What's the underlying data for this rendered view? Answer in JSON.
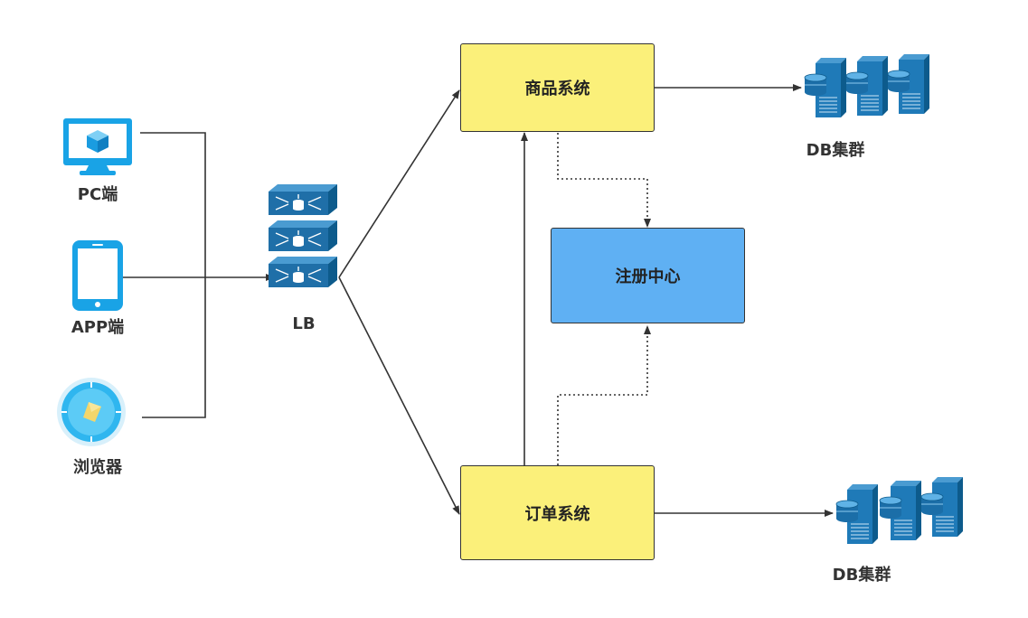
{
  "clients": [
    {
      "name": "pc-client",
      "label": "PC端",
      "icon": "monitor-icon"
    },
    {
      "name": "app-client",
      "label": "APP端",
      "icon": "phone-icon"
    },
    {
      "name": "browser-client",
      "label": "浏览器",
      "icon": "compass-icon"
    }
  ],
  "lb": {
    "label": "LB",
    "icon": "load-balancer-icon"
  },
  "services": {
    "product": {
      "label": "商品系统"
    },
    "registry": {
      "label": "注册中心"
    },
    "order": {
      "label": "订单系统"
    }
  },
  "databases": [
    {
      "label": "DB集群",
      "icon": "db-cluster-icon"
    },
    {
      "label": "DB集群",
      "icon": "db-cluster-icon"
    }
  ],
  "colors": {
    "service_box": "#fbf07a",
    "registry_box": "#5fb0f3",
    "icon_blue": "#1f6fa8",
    "client_blue": "#19a3e6",
    "line": "#333333"
  }
}
